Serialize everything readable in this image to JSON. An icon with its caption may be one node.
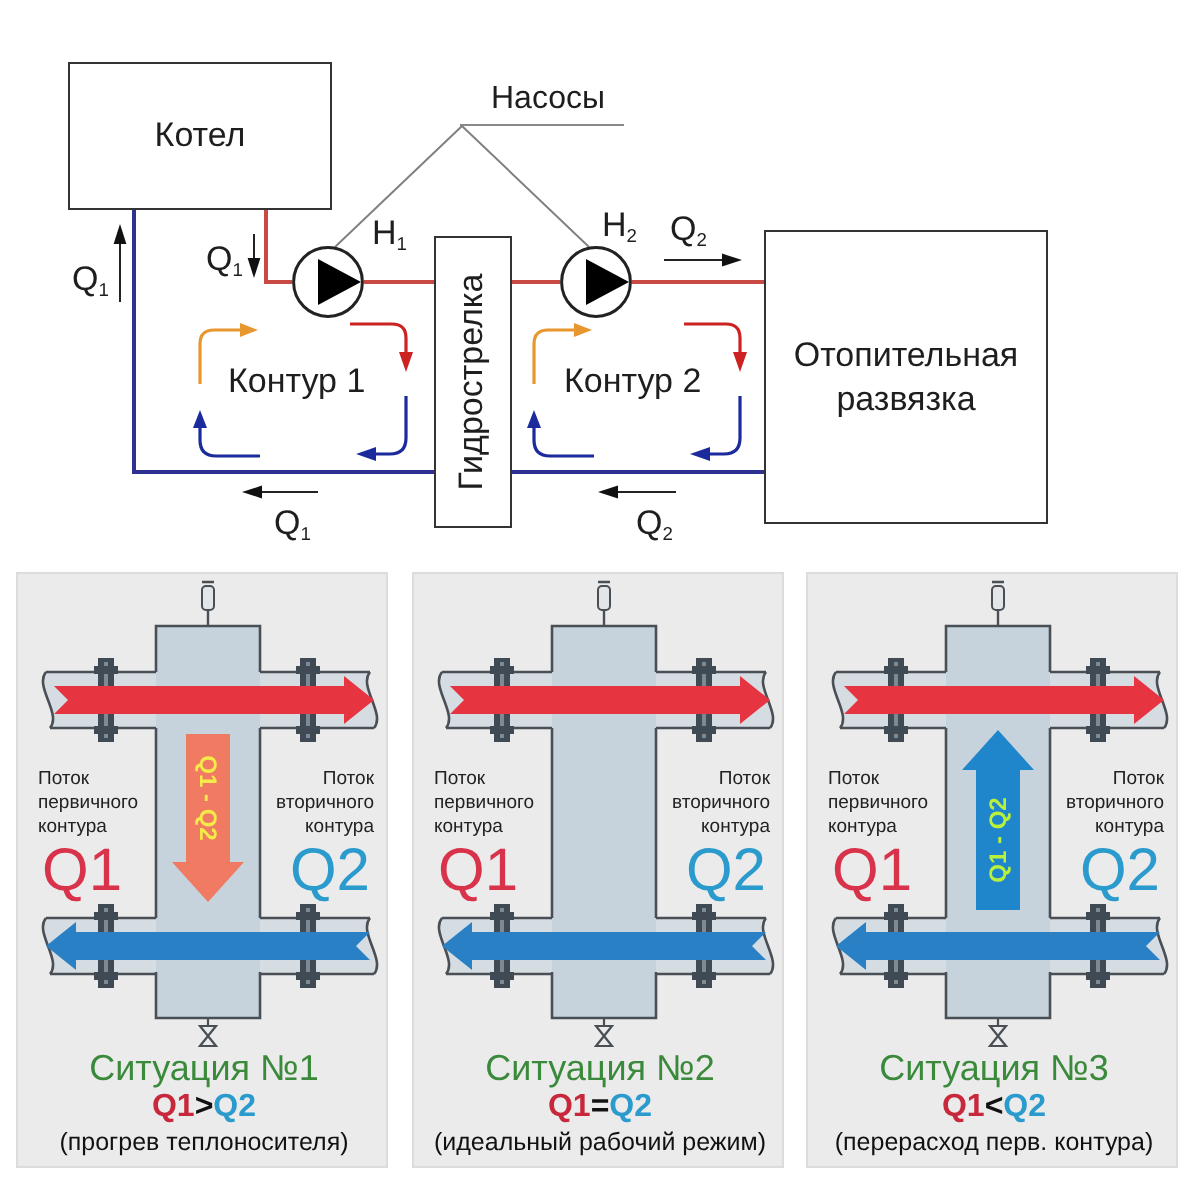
{
  "diagram": {
    "nodes": [
      {
        "text": [
          "Котел"
        ]
      },
      {
        "text": [
          "Насосы"
        ]
      },
      {
        "text": [],
        "shape": "circle",
        "beside": [
          "H$_{1}$"
        ]
      },
      {
        "text": [
          "Гидрострелка"
        ]
      },
      {
        "text": [],
        "shape": "circle",
        "beside": [
          "H$_{2}$"
        ]
      },
      {
        "text": [
          "Отопительная развязка"
        ]
      },
      {
        "text": [
          "Поток первичного контура",
          "Поток вторичного контура",
          "Q1",
          "Q2",
          "Ситуация №1",
          "Q1>Q2",
          "(прогрев теплоносителя)"
        ]
      },
      {
        "text": [
          "Q1 - Q2"
        ],
        "in": 6
      },
      {
        "text": [
          "Поток первичного контура",
          "Поток вторичного контура",
          "Q1",
          "Q2",
          "Ситуация №2",
          "Q1=Q2",
          "(идеальный рабочий режим)"
        ]
      },
      {
        "text": [
          "Поток первичного контура",
          "Поток вторичного контура",
          "Q1",
          "Q2",
          "Ситуация №3",
          "Q1<Q2",
          "(перерасход перв. контура)"
        ]
      },
      {
        "text": [
          "Q1 - Q2"
        ],
        "in": 9
      }
    ],
    "edges": [
      {
        "from": 0,
        "to": 2,
        "arrow": "none"
      },
      {
        "from": 2,
        "to": 3,
        "arrow": "none"
      },
      {
        "from": 3,
        "to": 4,
        "arrow": "none"
      },
      {
        "from": 4,
        "to": 5,
        "arrow": "none"
      },
      {
        "from": 5,
        "to": 3,
        "arrow": "none",
        "color": "#2e3192"
      },
      {
        "from": 3,
        "to": 0,
        "arrow": "none",
        "color": "#2e3192"
      },
      {
        "from": 1,
        "to": 2,
        "arrow": "none",
        "color": "#808080"
      },
      {
        "from": 1,
        "to": 4,
        "arrow": "none",
        "color": "#808080"
      }
    ],
    "labels": [
      "Q$_{1}$",
      "Q$_{1}$",
      "Q$_{2}$",
      "Контур 1",
      "Контур 2",
      "Q$_{1}$",
      "Q$_{2}$"
    ]
  }
}
